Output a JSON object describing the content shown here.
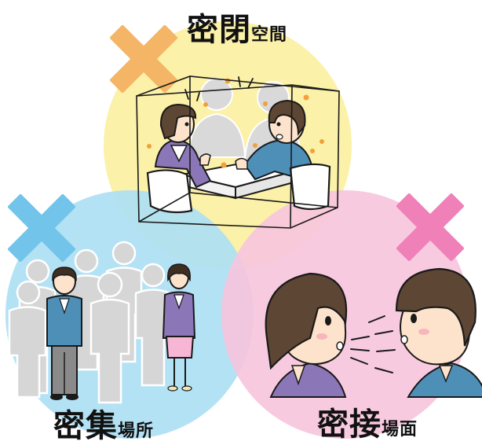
{
  "labels": {
    "closed_space": {
      "big": "密閉",
      "small": "空間"
    },
    "crowded_place": {
      "big": "密集",
      "small": "場所"
    },
    "close_contact": {
      "big": "密接",
      "small": "場面"
    }
  },
  "colors": {
    "circle_top": "#fbf1a8",
    "circle_left": "#aee0f4",
    "circle_right": "#f6c5dd",
    "cross_orange": "#f4b567",
    "cross_blue": "#72c4ea",
    "cross_pink": "#f080b8",
    "outline": "#1a1a1a",
    "woman_jacket": "#8b76b8",
    "man_jacket": "#4e8fb8",
    "skin": "#fde3cc",
    "hair": "#5e4634",
    "silhouette": "#d8d8d8"
  },
  "icons": [
    "cross-mark-icon",
    "virus-particle-icon",
    "speech-lines-icon",
    "glass-box-icon",
    "silhouette-person-icon"
  ]
}
